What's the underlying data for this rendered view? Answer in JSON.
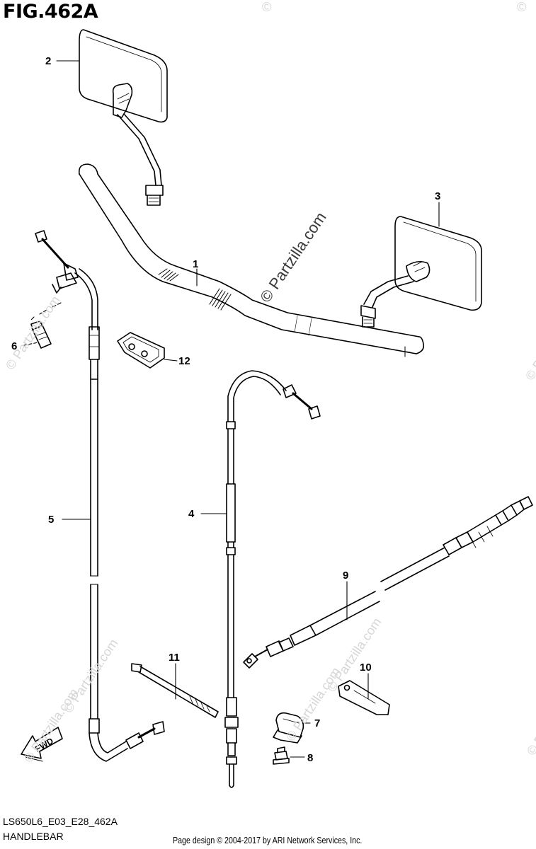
{
  "figure": {
    "title": "FIG.462A",
    "model_code": "LS650L6_E03_E28_462A",
    "section_name": "HANDLEBAR"
  },
  "footer": {
    "copyright": "Page design © 2004-2017 by ARI Network Services, Inc."
  },
  "watermark": {
    "main": "© Partzilla.com",
    "faint": "© Partzilla.com",
    "corner": "©"
  },
  "direction_arrow": {
    "label": "FWD"
  },
  "callouts": [
    {
      "number": "1",
      "part": "handlebar"
    },
    {
      "number": "2",
      "part": "mirror-left"
    },
    {
      "number": "3",
      "part": "mirror-right"
    },
    {
      "number": "4",
      "part": "throttle-cable"
    },
    {
      "number": "5",
      "part": "clutch-cable"
    },
    {
      "number": "6",
      "part": "adjuster"
    },
    {
      "number": "7",
      "part": "clamp"
    },
    {
      "number": "8",
      "part": "bolt"
    },
    {
      "number": "9",
      "part": "speedometer-cable"
    },
    {
      "number": "10",
      "part": "bracket"
    },
    {
      "number": "11",
      "part": "cable-tie"
    },
    {
      "number": "12",
      "part": "clip"
    }
  ]
}
